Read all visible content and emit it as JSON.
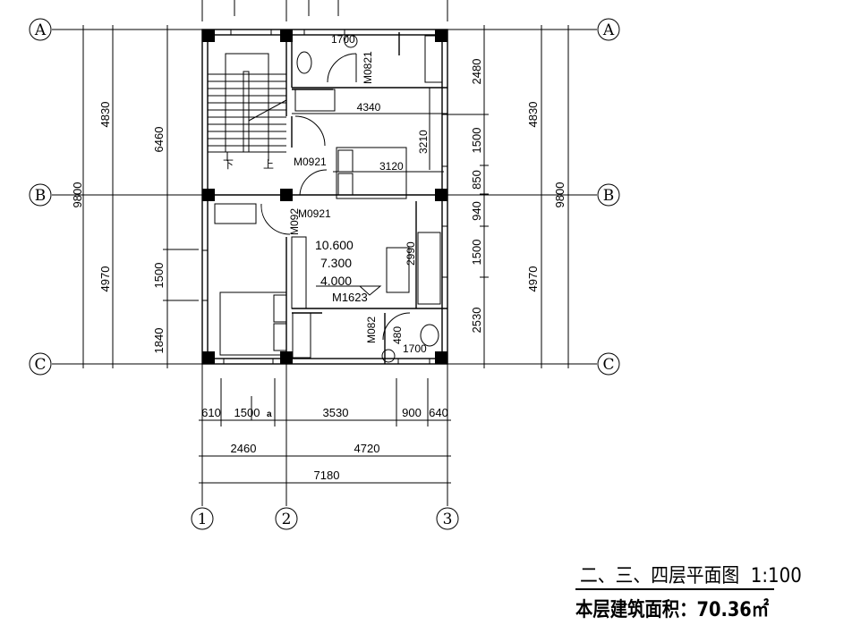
{
  "axes": {
    "rows": [
      "A",
      "B",
      "C"
    ],
    "columns": [
      "1",
      "2",
      "3"
    ]
  },
  "dims_left": {
    "total": "9800",
    "outer": [
      "4830",
      "4970"
    ],
    "inner": [
      "6460",
      "1500",
      "1840"
    ]
  },
  "dims_right": {
    "total": "9800",
    "outer": [
      "4830",
      "4970"
    ],
    "inner": [
      "2480",
      "1500",
      "850",
      "940",
      "1500",
      "2530"
    ]
  },
  "dims_bottom": {
    "row1": [
      "610",
      "1500",
      "3530",
      "900",
      "640"
    ],
    "row1_mark": "a",
    "row2": [
      "2460",
      "4720"
    ],
    "row3": "7180"
  },
  "rooms": {
    "bath_top_width": "1700",
    "door_bath_top": "M0821",
    "bedroom_top_width": "4340",
    "bedroom_top_depth": "3210",
    "door_bedroom_top": "M0921",
    "bed_width": "3120",
    "stair_down": "下",
    "stair_up": "上",
    "door_bedroom_left": "M0921",
    "door_bedroom_left_v": "M092",
    "elev_1": "10.600",
    "elev_2": "7.300",
    "elev_3": "4.000",
    "door_main": "M1623",
    "sofa_width": "2990",
    "door_bath_bottom": "M082",
    "bath_bottom_dim": "480",
    "bath_bottom_width": "1700"
  },
  "title": {
    "name": "二、三、四层平面图  1:100",
    "area": "本层建筑面积：70.36㎡"
  }
}
